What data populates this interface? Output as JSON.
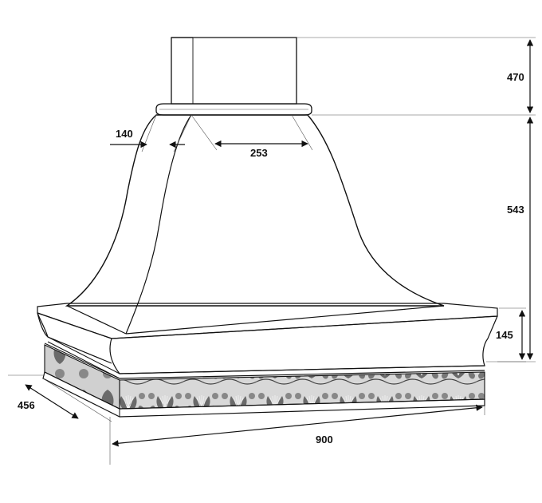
{
  "dimensions": {
    "chimney_height": "470",
    "canopy_height": "543",
    "base_height": "145",
    "collar_offset": "140",
    "collar_width": "253",
    "depth": "456",
    "width": "900"
  },
  "colors": {
    "line": "#111111",
    "ornament_dark": "#555555",
    "ornament_light": "#dddddd"
  }
}
